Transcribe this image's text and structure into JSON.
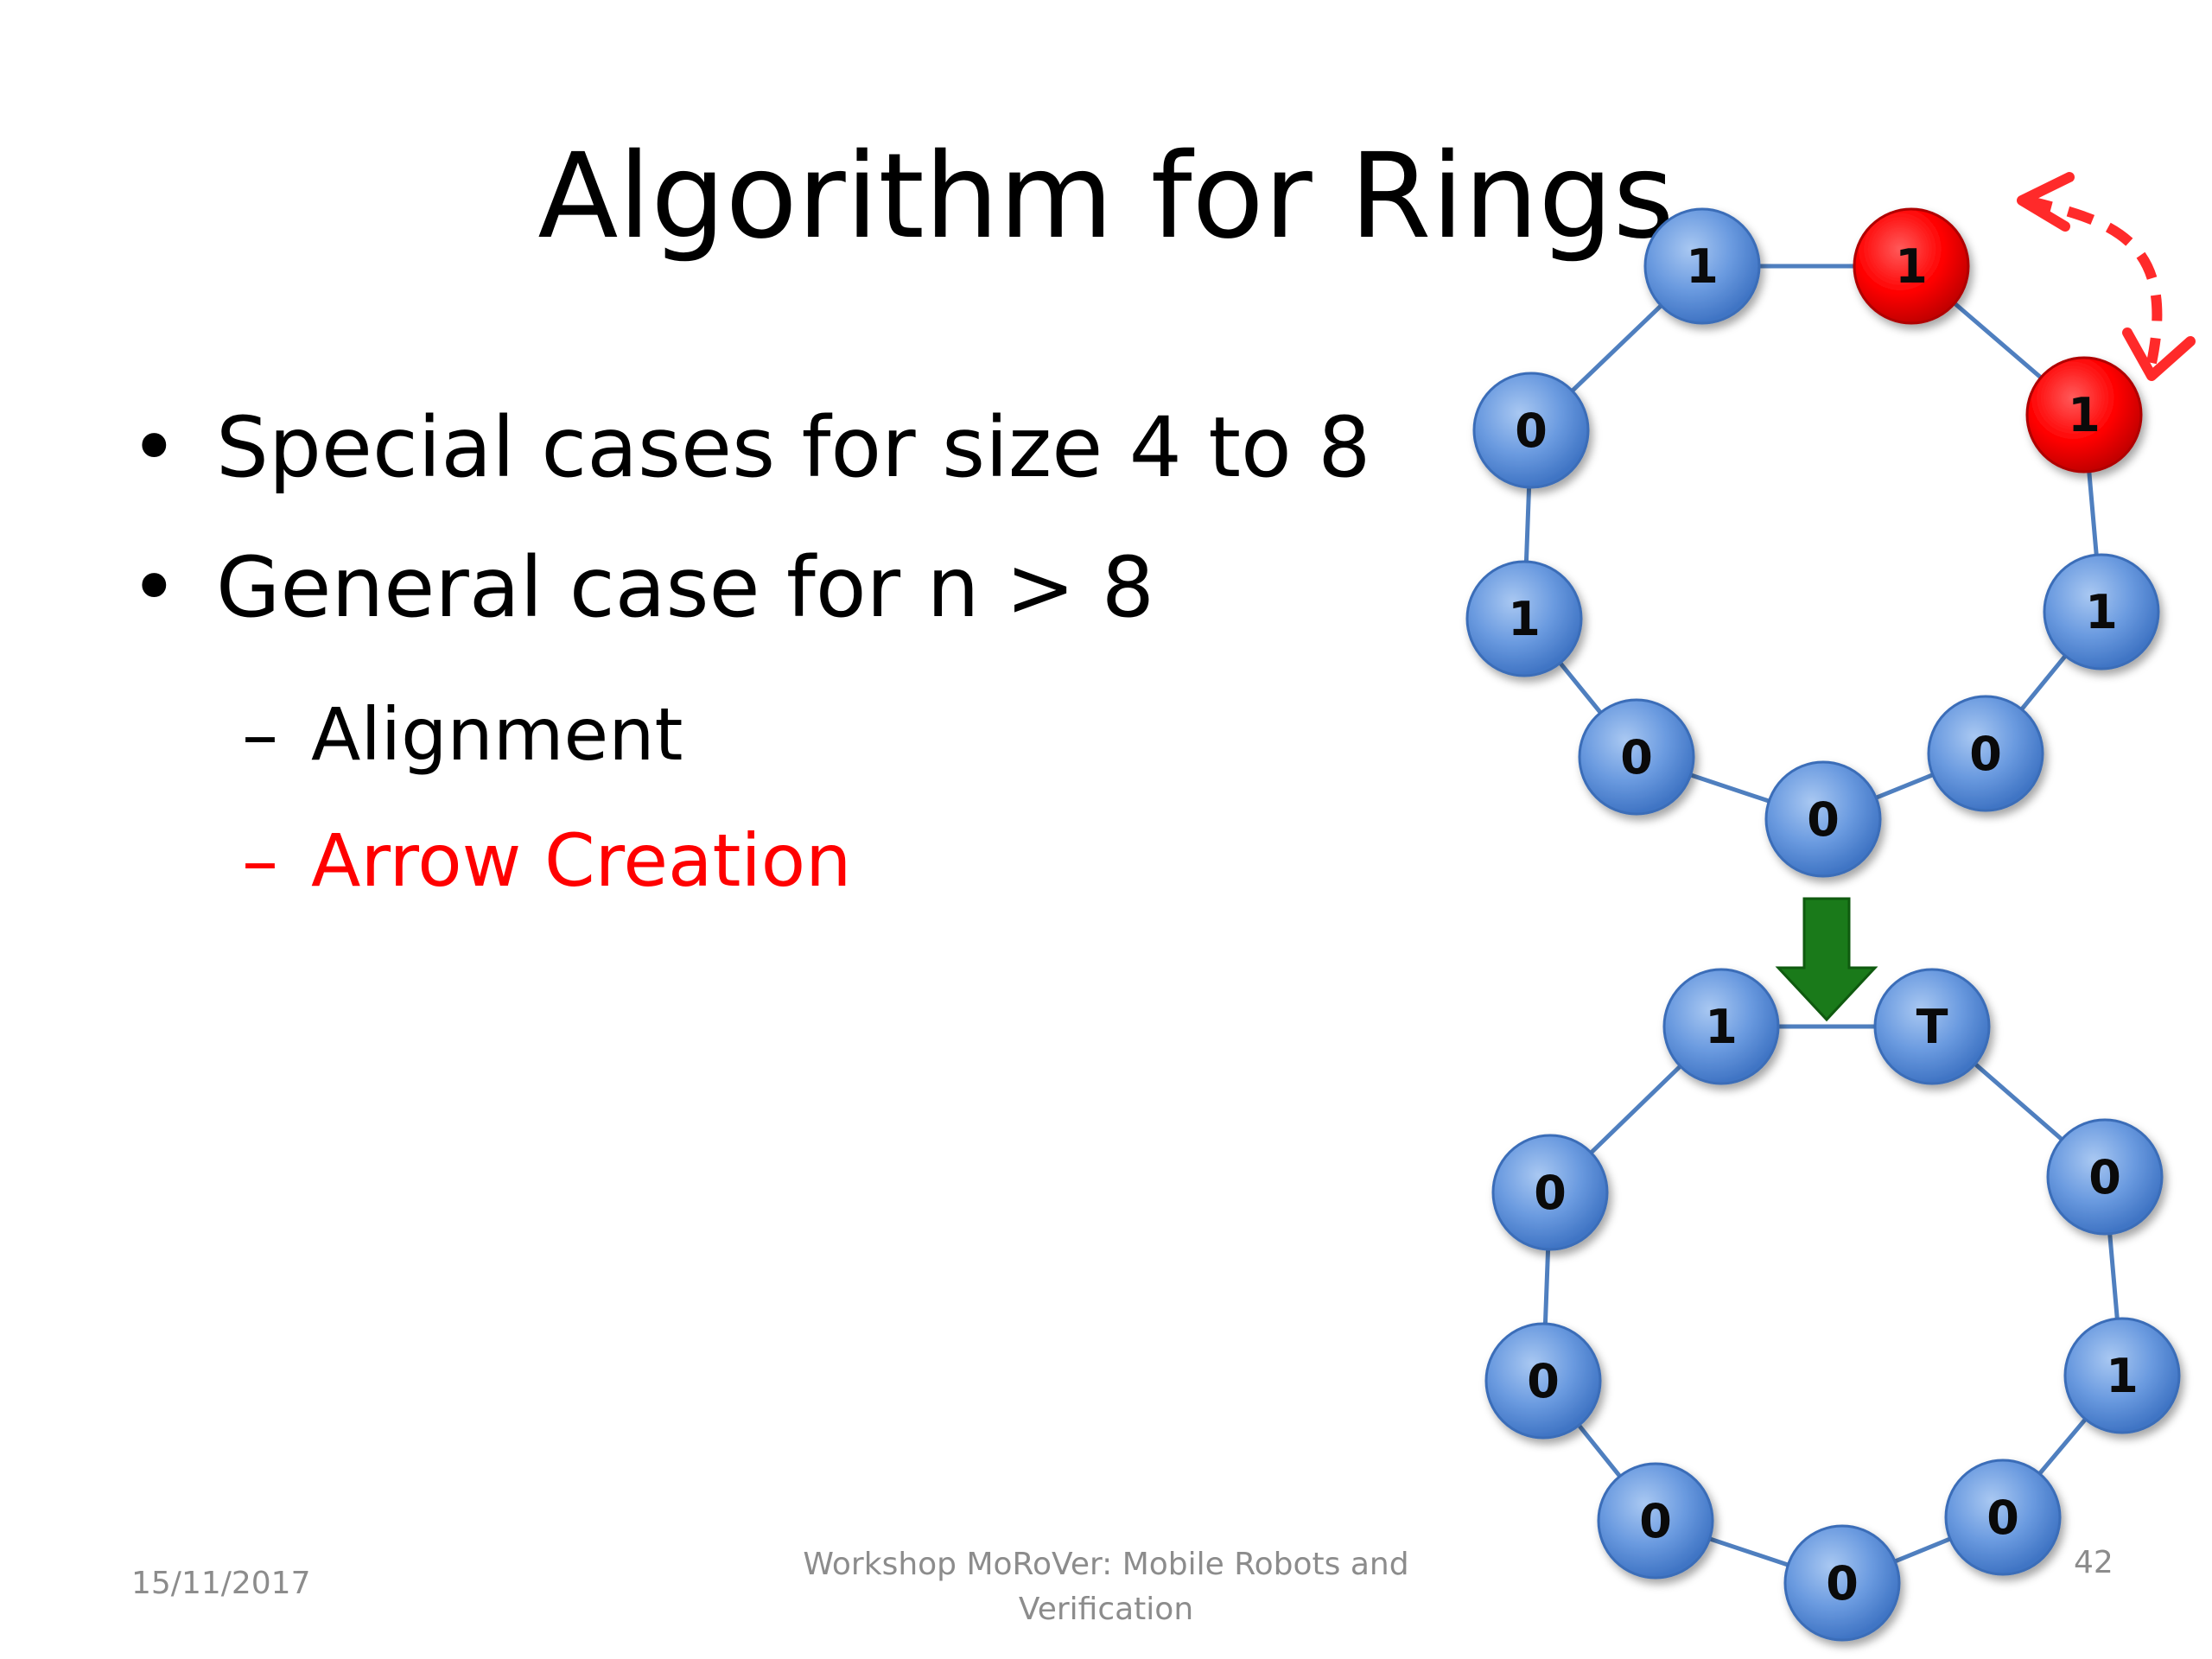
{
  "title": "Algorithm for Rings",
  "bullets": [
    {
      "marker": "•",
      "text": "Special cases for size 4 to 8"
    },
    {
      "marker": "•",
      "text": "General case for n > 8"
    }
  ],
  "sub_bullets": [
    {
      "marker": "–",
      "text": "Alignment",
      "color": "#000000"
    },
    {
      "marker": "–",
      "text": "Arrow Creation",
      "color": "#ff0000"
    }
  ],
  "footer": {
    "date": "15/11/2017",
    "center_line1": "Workshop MoRoVer: Mobile Robots and",
    "center_line2": "Verification",
    "page": "42"
  },
  "colors": {
    "node_blue": "#5b8fd9",
    "node_red": "#ff0000",
    "edge": "#4f7fbf",
    "arrow_red": "#ff2a2a",
    "arrow_green": "#1a7a1a"
  },
  "ring_top": {
    "labels": [
      "1",
      "1",
      "1",
      "1",
      "0",
      "0",
      "0",
      "1",
      "0"
    ],
    "highlighted": [
      1,
      2
    ]
  },
  "ring_bottom": {
    "labels": [
      "1",
      "T",
      "0",
      "1",
      "0",
      "0",
      "0",
      "0",
      "0"
    ]
  }
}
